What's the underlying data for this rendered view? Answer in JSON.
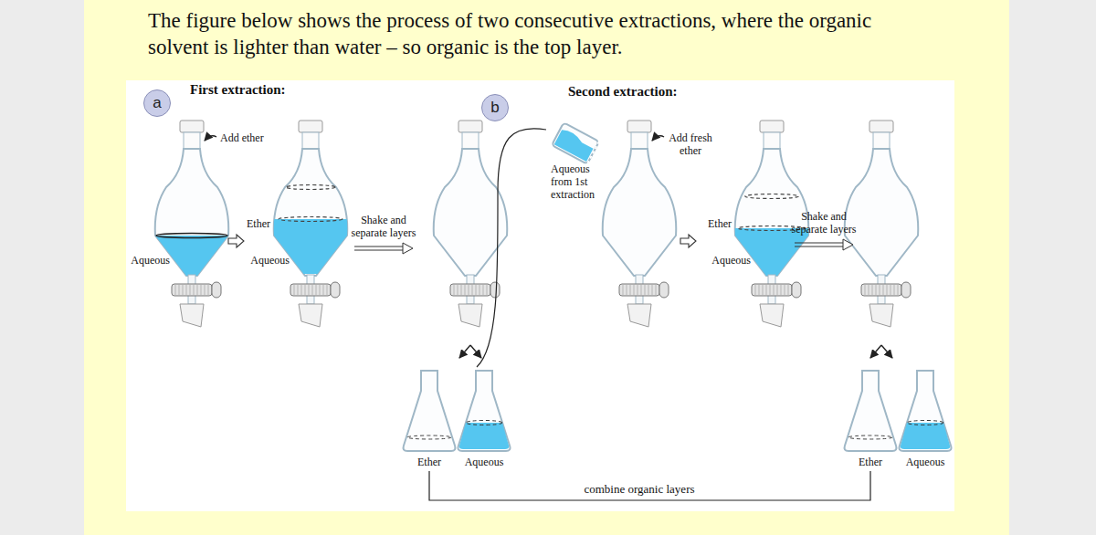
{
  "diagram": {
    "title": "The figure below shows the process of two consecutive extractions, where the organic solvent is lighter than water – so organic is the top layer.",
    "nodes": [
      {
        "text": [
          "a"
        ]
      },
      {
        "text": [
          "b"
        ]
      }
    ],
    "labels": [
      "First extraction:",
      "Add ether",
      "Aqueous",
      "Ether",
      "Aqueous",
      "Shake and separate layers",
      "Ether",
      "Aqueous",
      "Second extraction:",
      "Aqueous from 1st extraction",
      "Add fresh ether",
      "Ether",
      "Aqueous",
      "Shake and separate layers",
      "Ether",
      "Aqueous",
      "combine organic layers"
    ]
  }
}
